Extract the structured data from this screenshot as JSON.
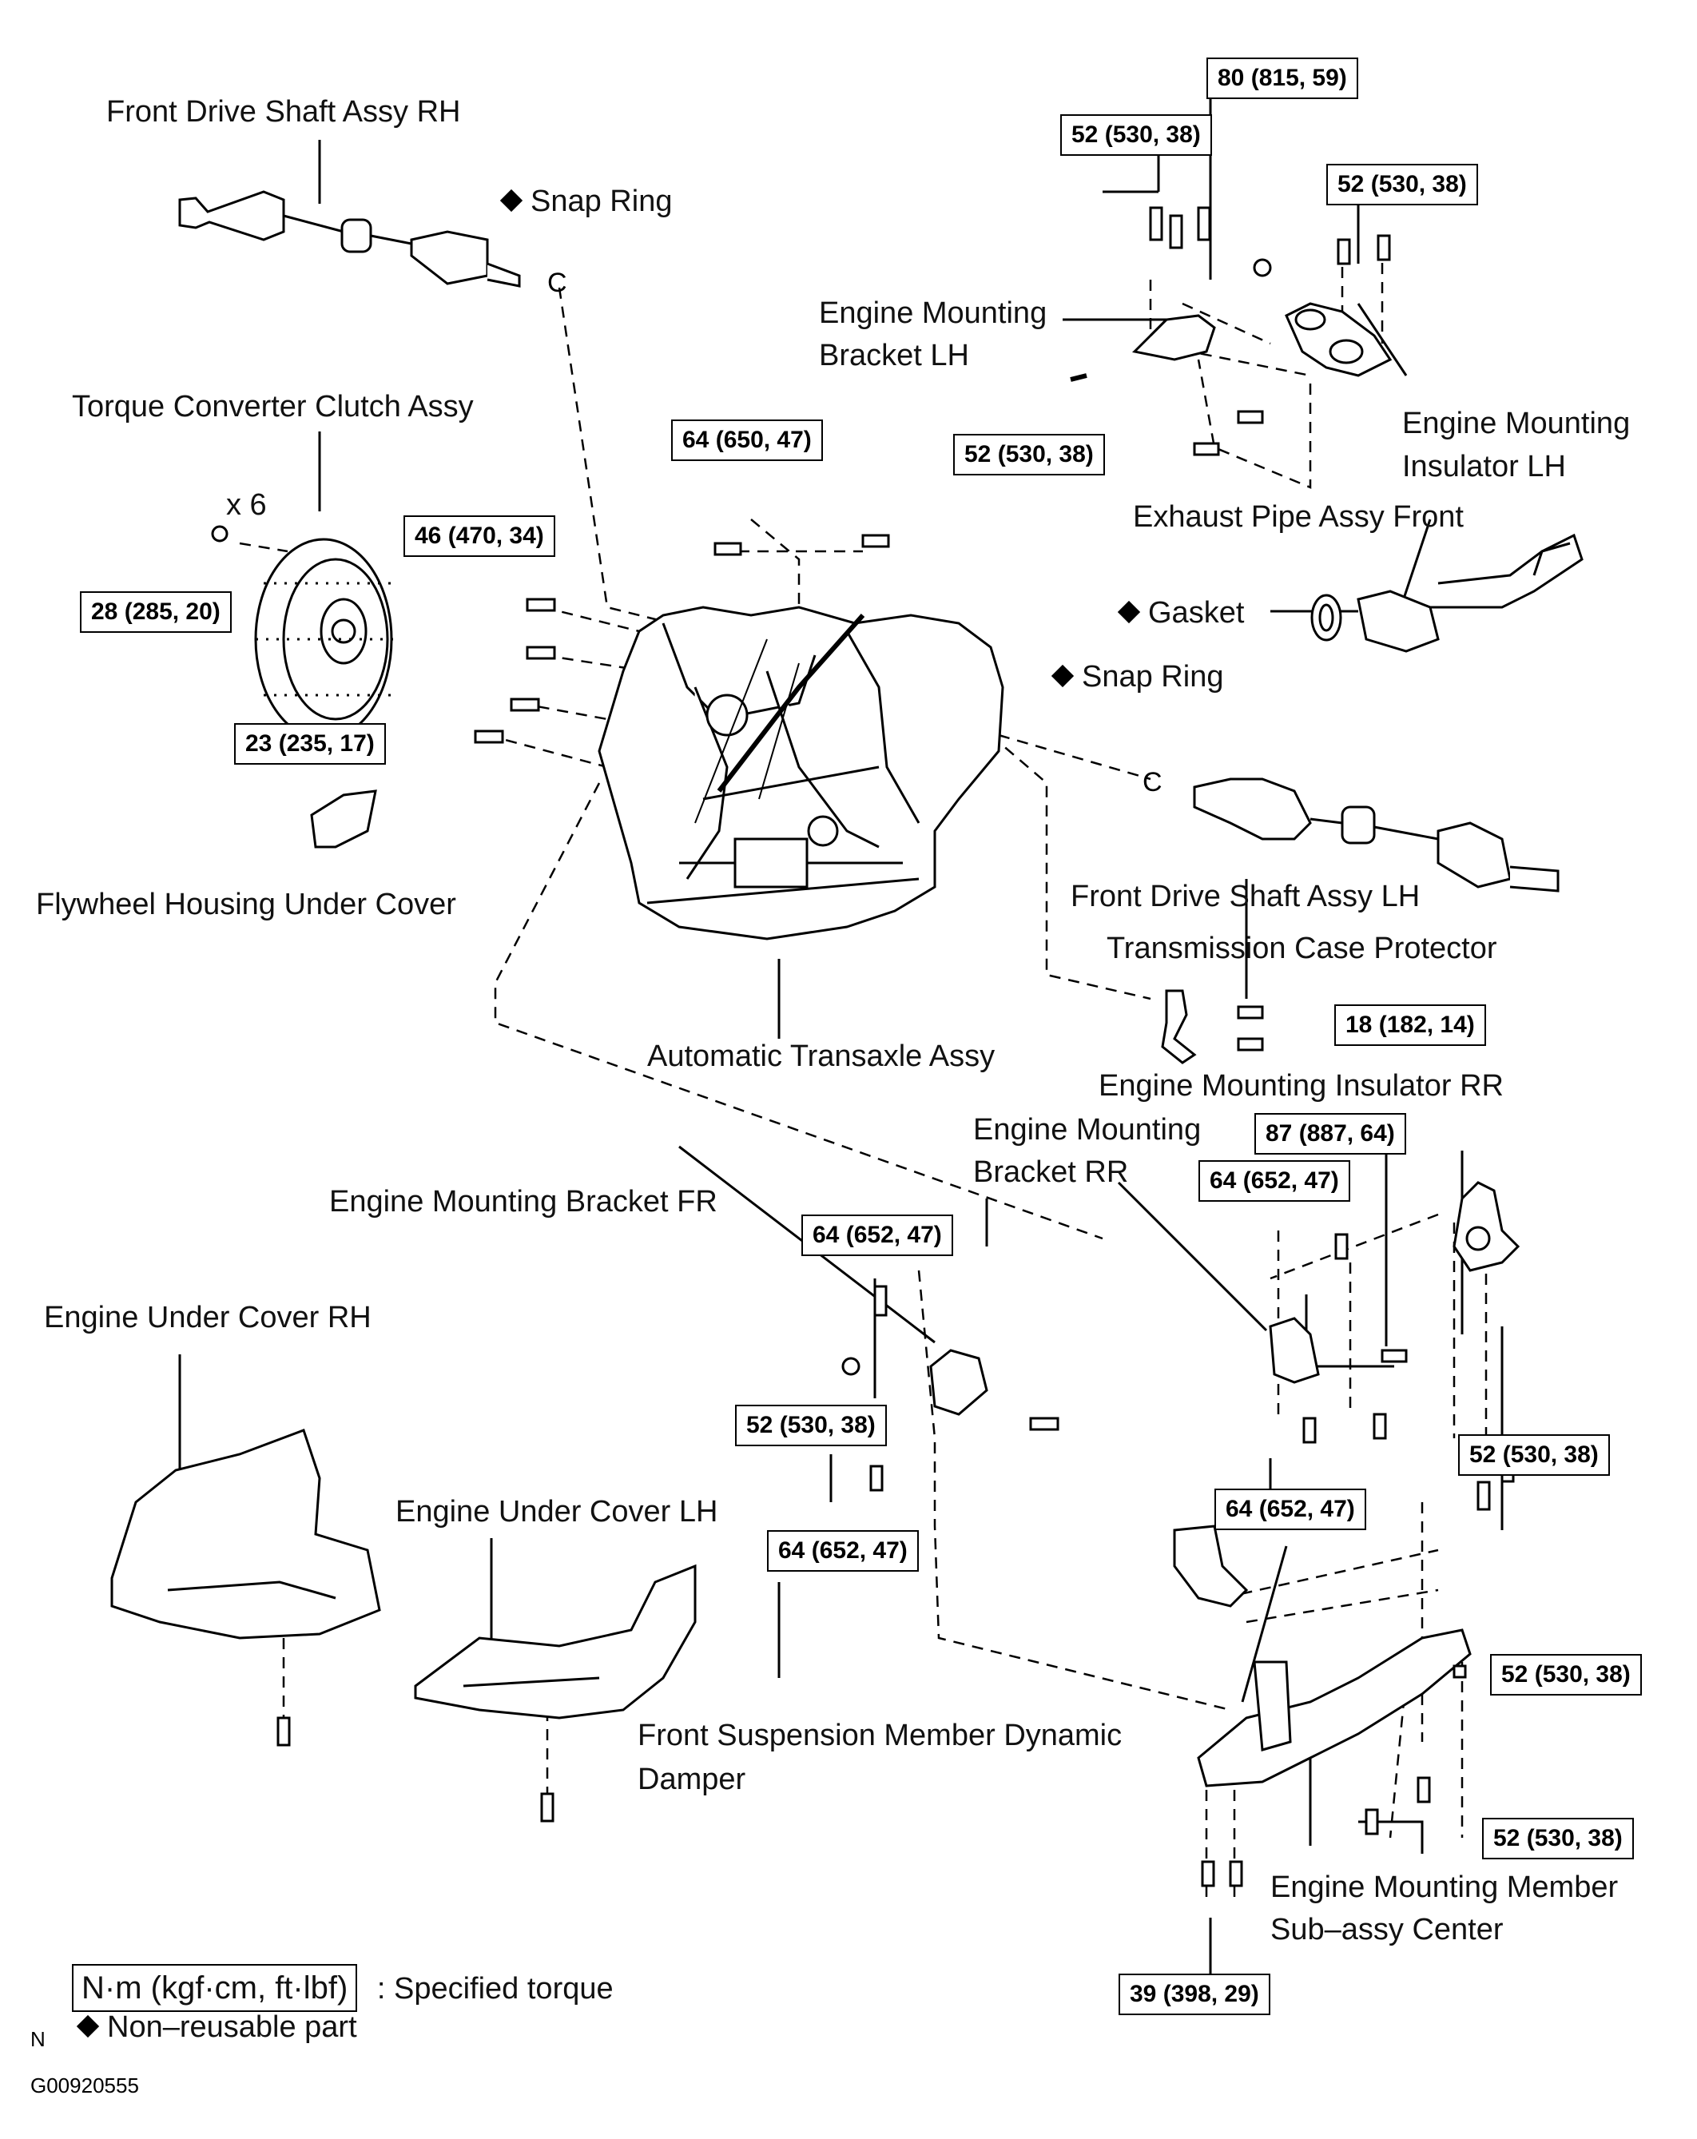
{
  "labels": {
    "front_drive_shaft_rh": "Front Drive Shaft Assy RH",
    "snap_ring_top": "Snap Ring",
    "torque_converter": "Torque Converter Clutch Assy",
    "x6": "x 6",
    "engine_mounting_bracket_lh_1": "Engine Mounting",
    "engine_mounting_bracket_lh_2": "Bracket LH",
    "engine_mounting_insulator_lh_1": "Engine Mounting",
    "engine_mounting_insulator_lh_2": "Insulator LH",
    "exhaust_pipe": "Exhaust Pipe Assy Front",
    "gasket": "Gasket",
    "snap_ring_mid": "Snap Ring",
    "front_drive_shaft_lh": "Front Drive Shaft Assy LH",
    "flywheel_cover": "Flywheel Housing Under Cover",
    "transmission_protector": "Transmission Case Protector",
    "automatic_transaxle": "Automatic Transaxle Assy",
    "engine_mounting_insulator_rr": "Engine Mounting Insulator RR",
    "engine_mounting_bracket_rr_1": "Engine Mounting",
    "engine_mounting_bracket_rr_2": "Bracket RR",
    "engine_mounting_bracket_fr": "Engine Mounting Bracket FR",
    "engine_under_cover_rh": "Engine Under Cover RH",
    "engine_under_cover_lh": "Engine Under Cover LH",
    "dynamic_damper_1": "Front Suspension Member Dynamic",
    "dynamic_damper_2": "Damper",
    "member_center_1": "Engine Mounting Member",
    "member_center_2": "Sub–assy Center"
  },
  "torques": {
    "t80": "80 (815, 59)",
    "t52_a": "52 (530, 38)",
    "t52_b": "52 (530, 38)",
    "t52_c": "52 (530, 38)",
    "t64_a": "64 (650, 47)",
    "t46": "46 (470, 34)",
    "t28": "28 (285, 20)",
    "t23": "23 (235, 17)",
    "t18": "18 (182, 14)",
    "t87": "87 (887, 64)",
    "t64_b": "64 (652, 47)",
    "t64_c": "64 (652, 47)",
    "t52_d": "52 (530, 38)",
    "t52_e": "52 (530, 38)",
    "t64_d": "64 (652, 47)",
    "t64_e": "64 (652, 47)",
    "t52_f": "52 (530, 38)",
    "t52_g": "52 (530, 38)",
    "t39": "39 (398, 29)"
  },
  "legend": {
    "unit": "N·m (kgf·cm, ft·lbf)",
    "unit_desc": ": Specified torque",
    "nonreusable": "Non–reusable part",
    "north": "N",
    "figure_id": "G00920555"
  }
}
